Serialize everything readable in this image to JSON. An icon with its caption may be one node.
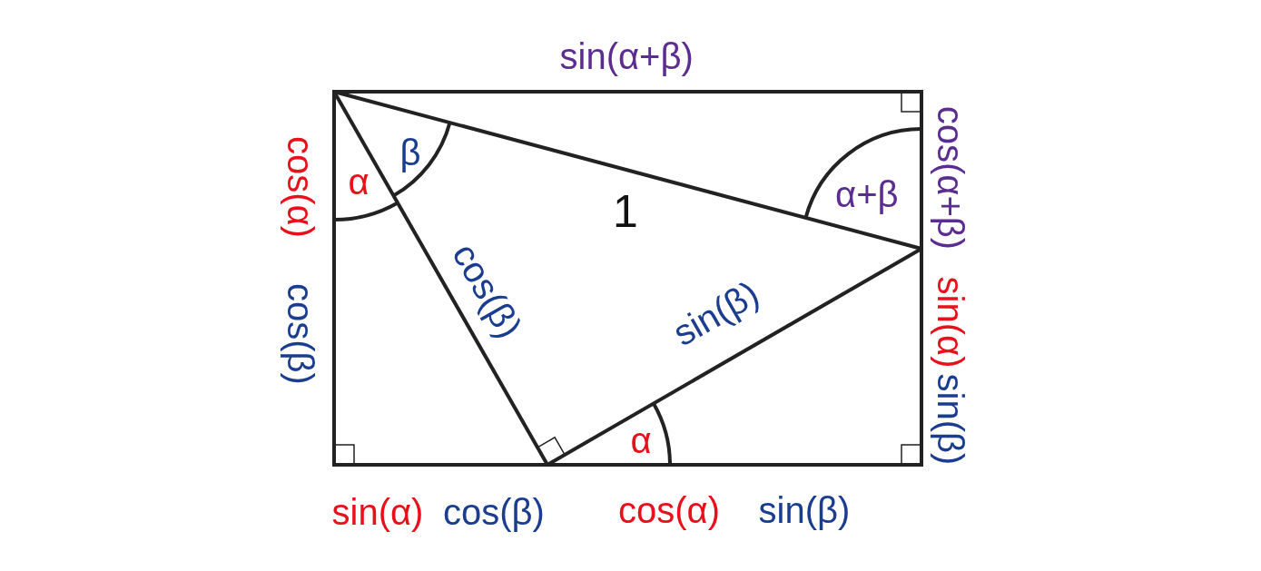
{
  "diagram": {
    "labels": [
      "sin(α+β)",
      "cos(α+β)",
      "β",
      "α",
      "α+β",
      "1",
      "cos(α)",
      "cos(β)",
      "cos(β)",
      "sin(β)",
      "sin(α)",
      "sin(β)",
      "α",
      "sin(α)",
      "cos(β)",
      "cos(α)",
      "sin(β)"
    ]
  }
}
